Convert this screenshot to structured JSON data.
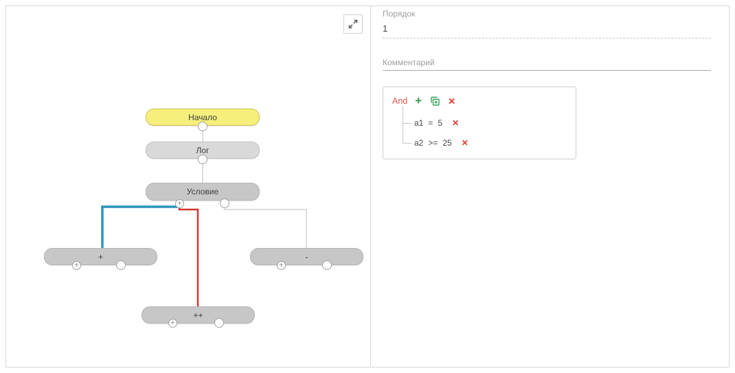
{
  "icons": {
    "add": "+",
    "close": "✕"
  },
  "colors": {
    "start_node_fill": "#f6ef7b",
    "start_node_border": "#cfc258",
    "node_fill": "#c7c7c7",
    "node_light_fill": "#d9d9d9",
    "edge_blue": "#2a94bd",
    "edge_red": "#d63331",
    "edge_gray": "#c6c6c6",
    "operator_red": "#e2574c",
    "icon_green": "#2e9e52",
    "icon_red": "#e0392f"
  },
  "canvas": {
    "nodes": {
      "start": {
        "label": "Начало"
      },
      "log": {
        "label": "Лог"
      },
      "condition": {
        "label": "Условие"
      },
      "plus": {
        "label": "+"
      },
      "minus": {
        "label": "-"
      },
      "increment": {
        "label": "++"
      }
    }
  },
  "panel": {
    "order": {
      "label": "Порядок",
      "value": "1"
    },
    "comment": {
      "label": "Комментарий"
    },
    "condition": {
      "operator": "And",
      "rows": [
        {
          "field": "a1",
          "op": "=",
          "value": "5"
        },
        {
          "field": "a2",
          "op": ">=",
          "value": "25"
        }
      ]
    }
  }
}
